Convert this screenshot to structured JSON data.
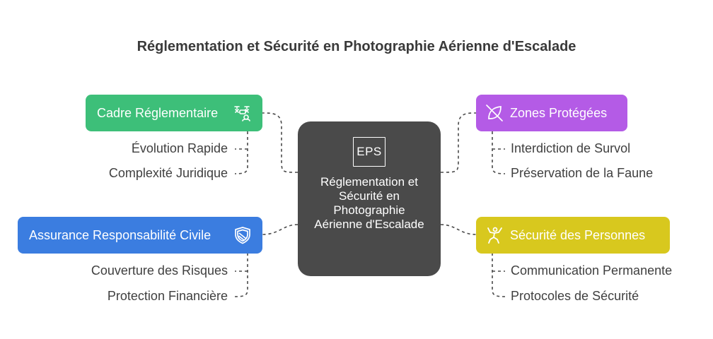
{
  "title": "Réglementation et Sécurité en Photographie Aérienne d'Escalade",
  "center": {
    "badge": "EPS",
    "label": "Réglementation et Sécurité en Photographie Aérienne d'Escalade"
  },
  "branches": {
    "cadre": {
      "label": "Cadre Réglementaire",
      "color": "#3dbf79",
      "icon": "drone-icon",
      "items": [
        "Évolution Rapide",
        "Complexité Juridique"
      ]
    },
    "assurance": {
      "label": "Assurance Responsabilité Civile",
      "color": "#3b7de0",
      "icon": "shield-icon",
      "items": [
        "Couverture des Risques",
        "Protection Financière"
      ]
    },
    "zones": {
      "label": "Zones Protégées",
      "color": "#b45be6",
      "icon": "leaf-slash-icon",
      "items": [
        "Interdiction de Survol",
        "Préservation de la Faune"
      ]
    },
    "securite": {
      "label": "Sécurité des Personnes",
      "color": "#d8c81e",
      "icon": "person-waving-icon",
      "items": [
        "Communication Permanente",
        "Protocoles de Sécurité"
      ]
    }
  }
}
